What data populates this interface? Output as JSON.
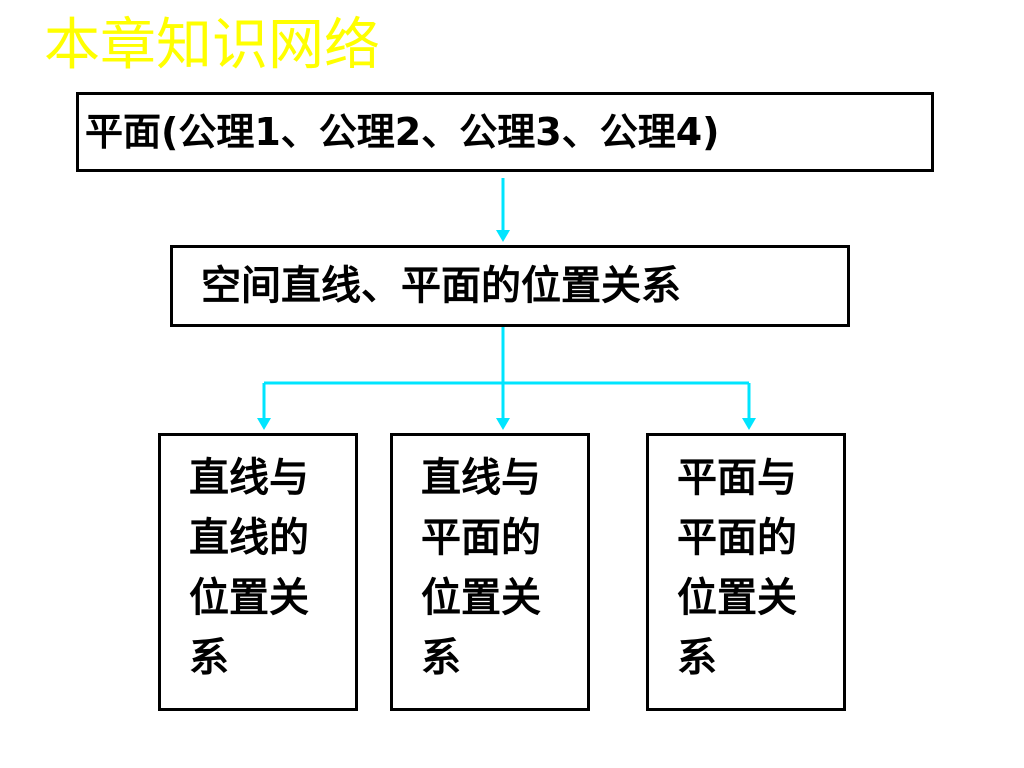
{
  "title": "本章知识网络",
  "boxes": {
    "top": "平面(公理1、公理2、公理3、公理4)",
    "middle": "空间直线、平面的位置关系",
    "leaves": [
      "直线与直线的位置关系",
      "直线与平面的位置关系",
      "平面与平面的位置关系"
    ]
  },
  "colors": {
    "title": "#ffff00",
    "connector": "#00e5ff",
    "border": "#000000"
  }
}
